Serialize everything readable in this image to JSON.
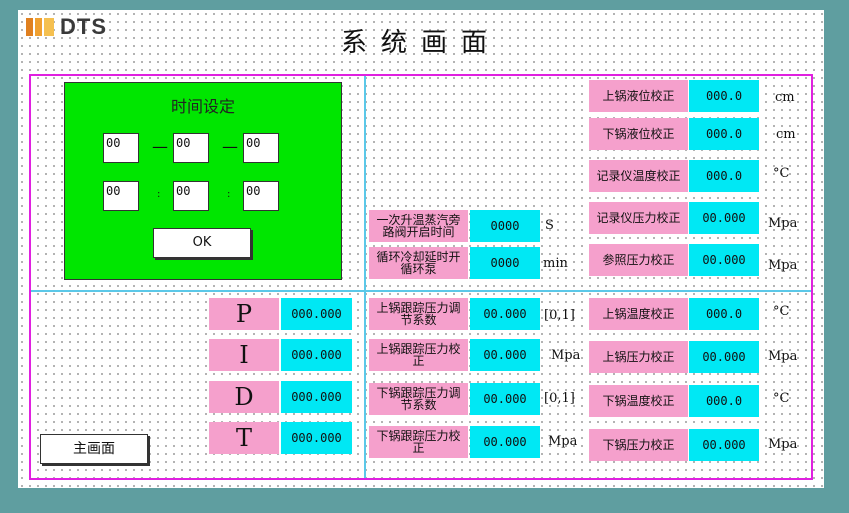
{
  "logo": {
    "text": "DTS"
  },
  "title": "系统画面",
  "time_panel": {
    "title": "时间设定",
    "row1": [
      "00",
      "00",
      "00"
    ],
    "row2": [
      "00",
      "00",
      "00"
    ],
    "sep1": "—",
    "sep2": ":",
    "ok_label": "OK"
  },
  "main_button": "主画面",
  "pid": [
    {
      "label": "P",
      "value": "000.000"
    },
    {
      "label": "I",
      "value": "000.000"
    },
    {
      "label": "D",
      "value": "000.000"
    },
    {
      "label": "T",
      "value": "000.000"
    }
  ],
  "timers": [
    {
      "label": "一次升温蒸汽旁路阀开启时间",
      "value": "0000",
      "unit": "S"
    },
    {
      "label": "循环冷却延时开循环泵",
      "value": "0000",
      "unit": "min"
    }
  ],
  "follow": [
    {
      "label": "上锅跟踪压力调节系数",
      "value": "00.000",
      "unit": "[0,1]"
    },
    {
      "label": "上锅跟踪压力校正",
      "value": "00.000",
      "unit": "Mpa"
    },
    {
      "label": "下锅跟踪压力调节系数",
      "value": "00.000",
      "unit": "[0,1]"
    },
    {
      "label": "下锅跟踪压力校正",
      "value": "00.000",
      "unit": "Mpa"
    }
  ],
  "right_top": [
    {
      "label": "上锅液位校正",
      "value": "000.0",
      "unit": "cm"
    },
    {
      "label": "下锅液位校正",
      "value": "000.0",
      "unit": "cm"
    },
    {
      "label": "记录仪温度校正",
      "value": "000.0",
      "unit": "°C"
    },
    {
      "label": "记录仪压力校正",
      "value": "00.000",
      "unit": "Mpa"
    },
    {
      "label": "参照压力校正",
      "value": "00.000",
      "unit": "Mpa"
    }
  ],
  "right_bottom": [
    {
      "label": "上锅温度校正",
      "value": "000.0",
      "unit": "°C"
    },
    {
      "label": "上锅压力校正",
      "value": "00.000",
      "unit": "Mpa"
    },
    {
      "label": "下锅温度校正",
      "value": "000.0",
      "unit": "°C"
    },
    {
      "label": "下锅压力校正",
      "value": "00.000",
      "unit": "Mpa"
    }
  ]
}
